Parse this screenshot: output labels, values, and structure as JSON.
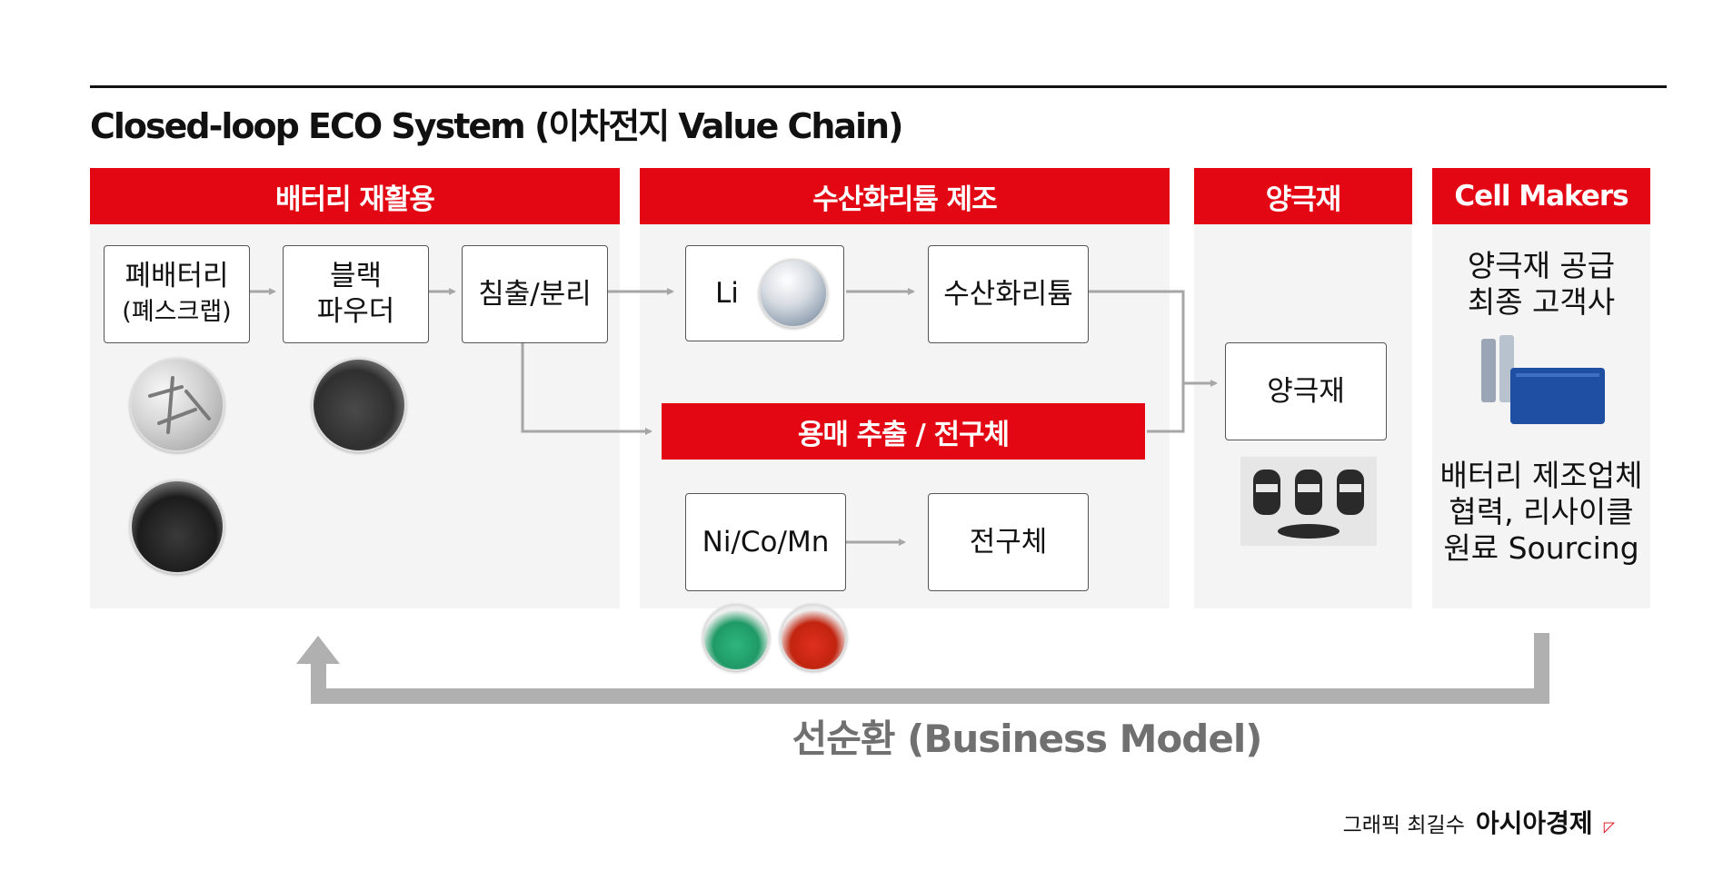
{
  "title": "Closed-loop ECO System (이차전지 Value Chain)",
  "sections": {
    "recycling": "배터리 재활용",
    "hydroxide": "수산화리튬 제조",
    "cathode": "양극재",
    "cell": "Cell Makers"
  },
  "nodes": {
    "waste_battery_line1": "폐배터리",
    "waste_battery_line2": "(폐스크랩)",
    "black_powder_line1": "블랙",
    "black_powder_line2": "파우더",
    "leach": "침출/분리",
    "li": "Li",
    "lioh": "수산화리튬",
    "solvent": "용매 추출 / 전구체",
    "ncm": "Ni/Co/Mn",
    "precursor": "전구체",
    "cathode_box": "양극재"
  },
  "cell_text": {
    "line1": "양극재 공급",
    "line2": "최종 고객사",
    "line3": "배터리 제조업체",
    "line4": "협력, 리사이클",
    "line5": "원료 Sourcing"
  },
  "loop_label": "선순환 (Business Model)",
  "credit": {
    "text": "그래픽 최길수",
    "brand": "아시아경제"
  },
  "colors": {
    "accent": "#e30613",
    "panel": "#f4f4f4",
    "arrow": "#a6a6a6",
    "loop": "#b0b0b0"
  }
}
